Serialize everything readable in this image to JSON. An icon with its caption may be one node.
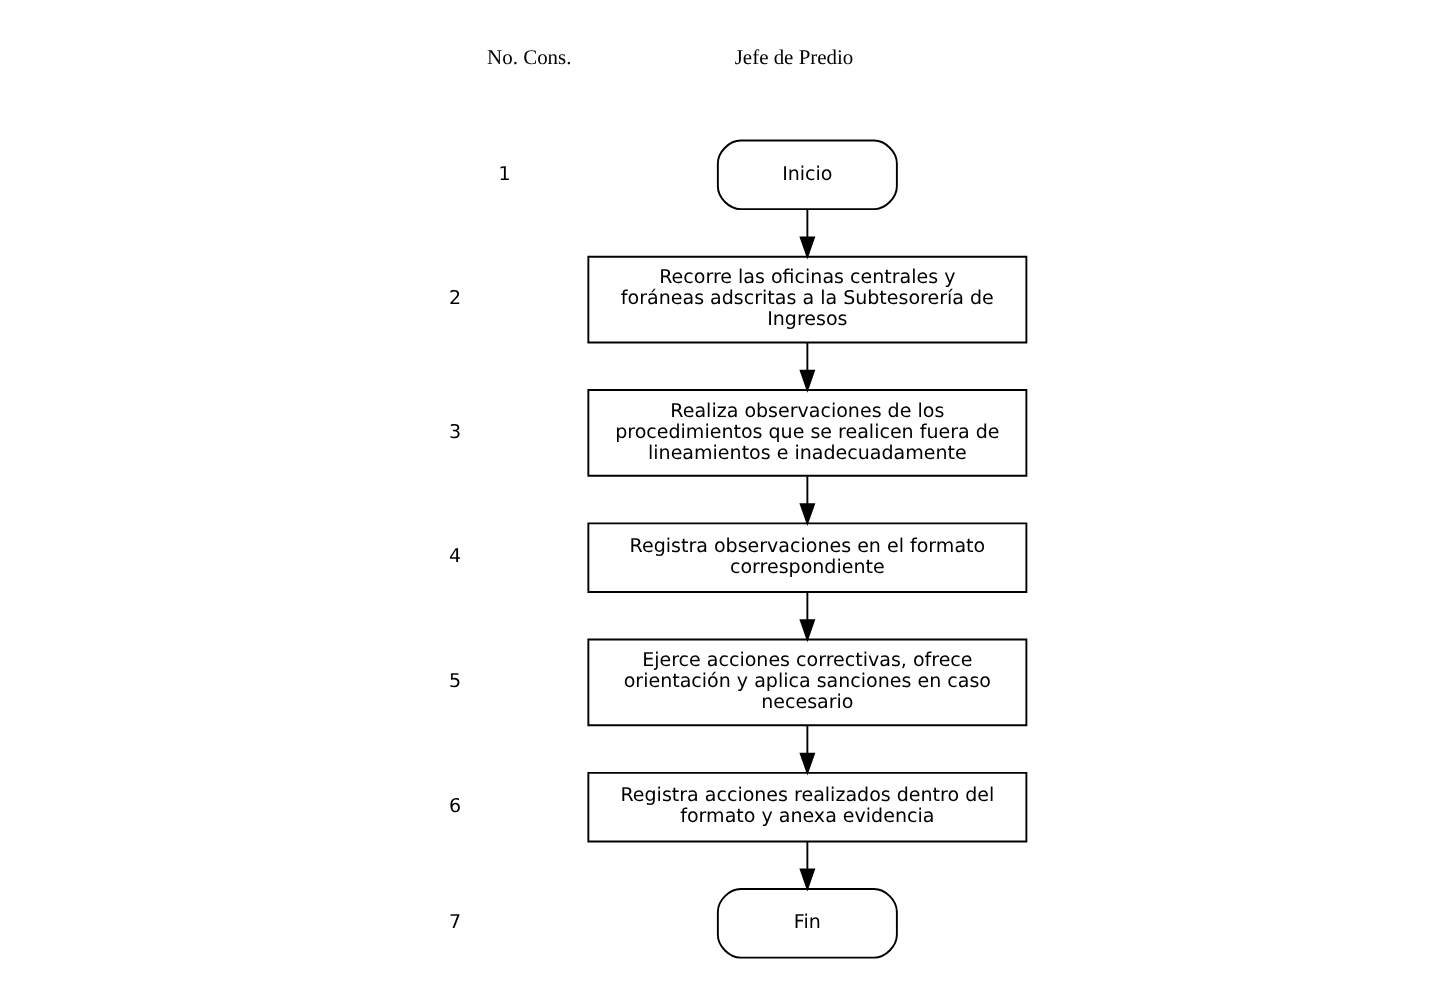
{
  "diagram": {
    "nodes": [
      {
        "text": [
          "Inicio"
        ]
      },
      {
        "text": [
          "Recorre las oficinas centrales y foráneas adscritas a la Subtesorería de Ingresos"
        ]
      },
      {
        "text": [
          "Realiza observaciones de los procedimientos que se realicen fuera de lineamientos e inadecuadamente"
        ]
      },
      {
        "text": [
          "Registra observaciones en el formato correspondiente"
        ]
      },
      {
        "text": [
          "Ejerce acciones correctivas, ofrece orientación y aplica sanciones en caso necesario"
        ]
      },
      {
        "text": [
          "Registra acciones realizados dentro del formato y anexa evidencia"
        ]
      },
      {
        "text": [
          "Fin"
        ]
      }
    ],
    "edges": [
      {
        "from": 0,
        "to": 1,
        "arrow": "to"
      },
      {
        "from": 1,
        "to": 2,
        "arrow": "to"
      },
      {
        "from": 2,
        "to": 3,
        "arrow": "to"
      },
      {
        "from": 3,
        "to": 4,
        "arrow": "to"
      },
      {
        "from": 4,
        "to": 5,
        "arrow": "to"
      },
      {
        "from": 5,
        "to": 6,
        "arrow": "to"
      }
    ],
    "labels": [
      "No. Cons.",
      "Jefe de Predio",
      "1",
      "2",
      "3",
      "4",
      "5",
      "6",
      "7"
    ]
  }
}
